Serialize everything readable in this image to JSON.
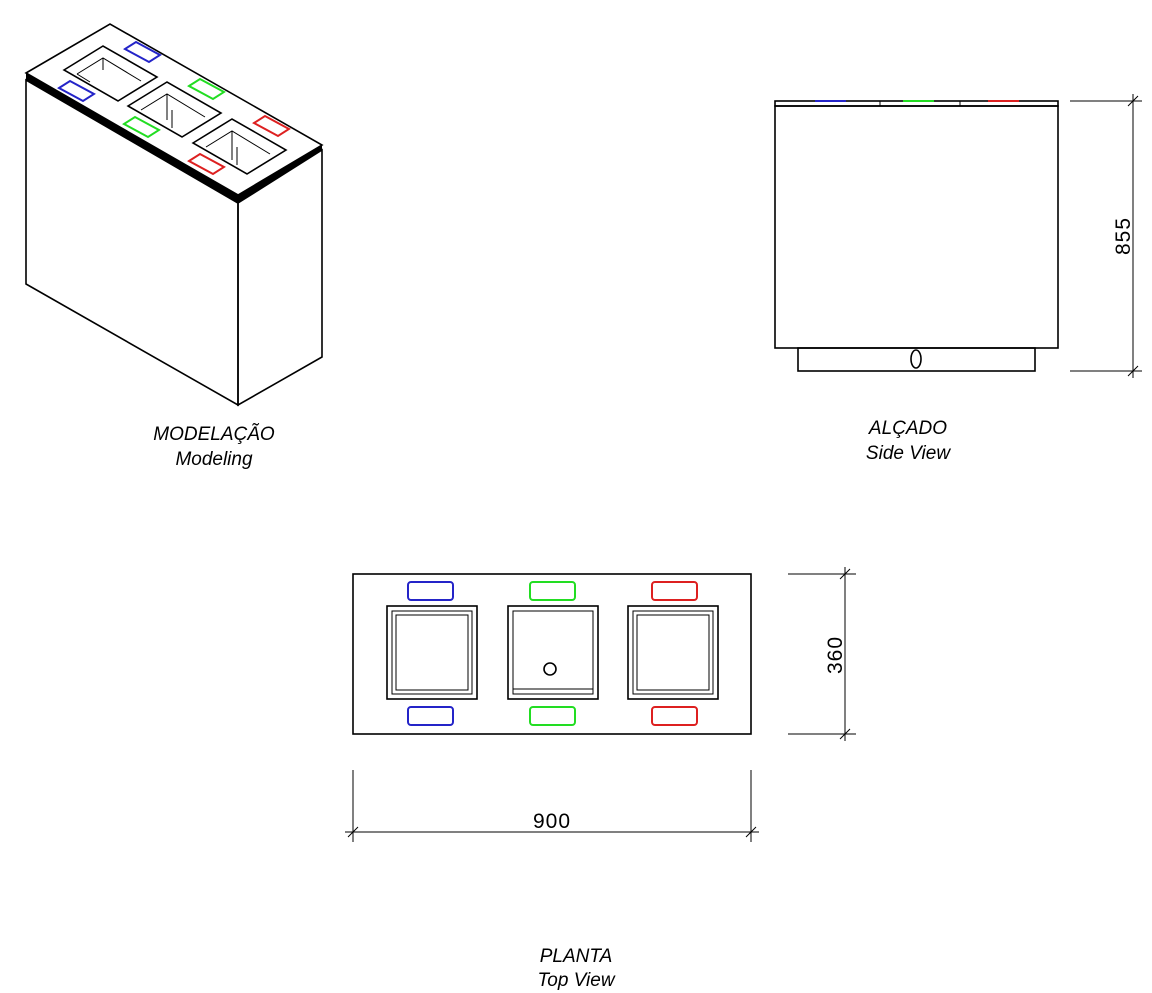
{
  "views": {
    "modeling": {
      "title": "MODELAÇÃO",
      "subtitle": "Modeling"
    },
    "side": {
      "title": "ALÇADO",
      "subtitle": "Side View"
    },
    "top": {
      "title": "PLANTA",
      "subtitle": "Top View"
    }
  },
  "dimensions": {
    "height": "855",
    "depth": "360",
    "width": "900"
  },
  "colors": {
    "blue": "#2424c8",
    "green": "#22dd22",
    "red": "#dd2020",
    "line": "#000000"
  }
}
